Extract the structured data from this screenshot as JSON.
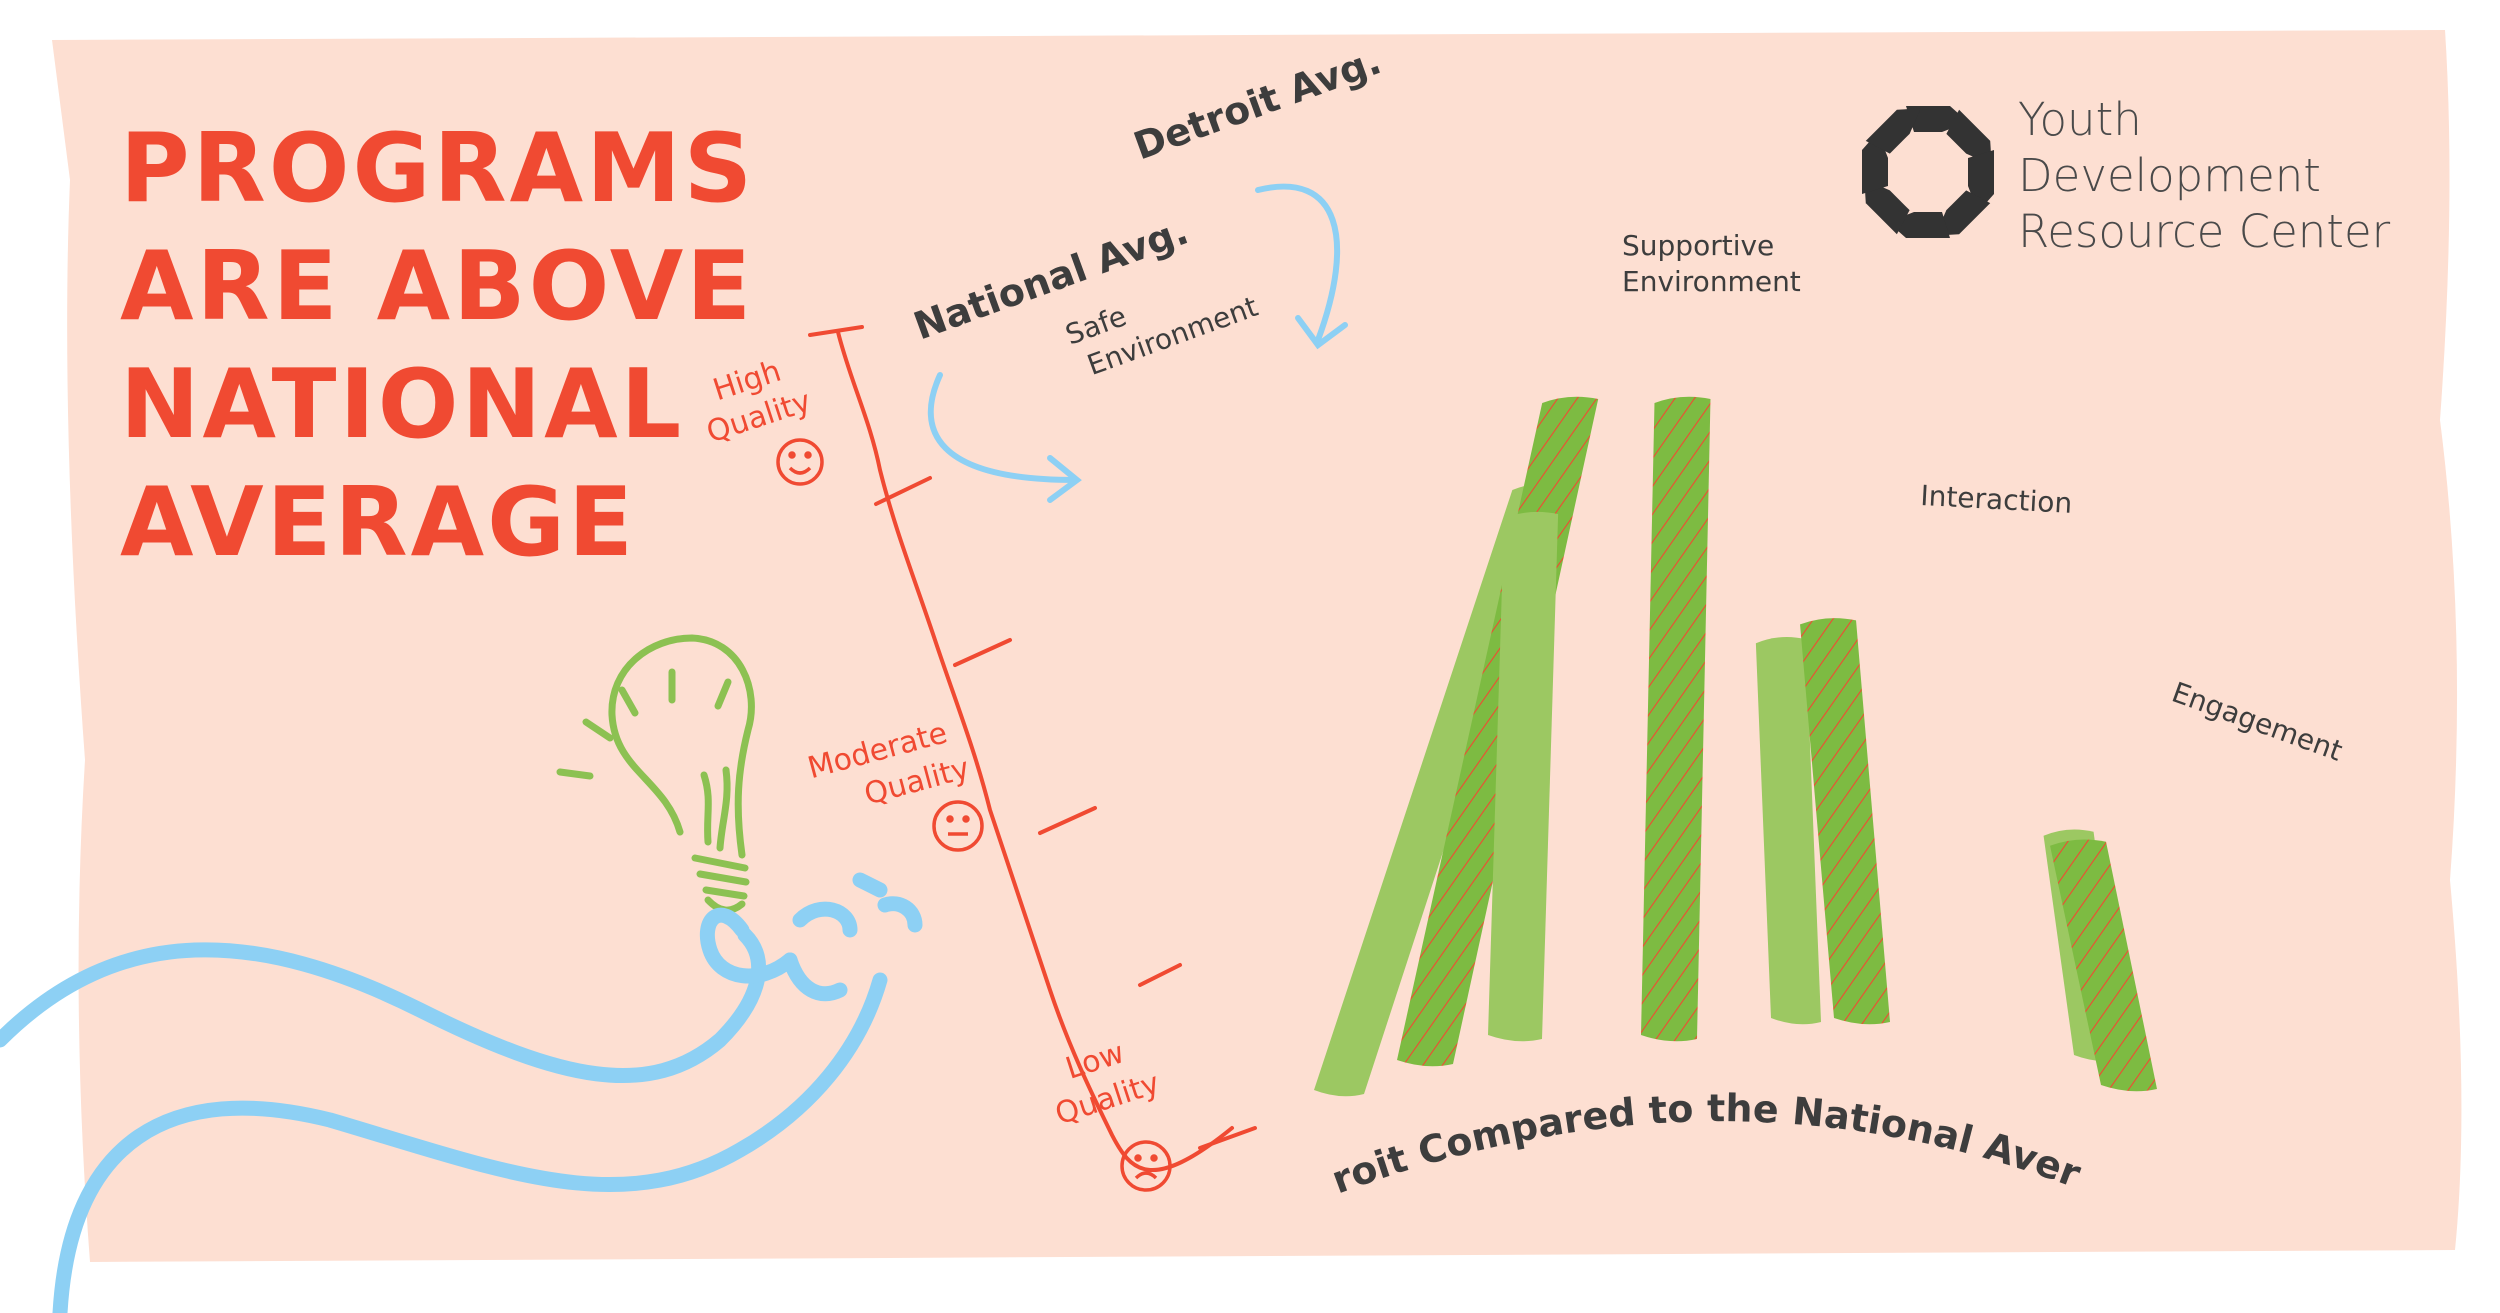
{
  "headline": {
    "lines": [
      "PROGRAMS",
      "ARE ABOVE",
      "NATIONAL",
      "AVERAGE"
    ],
    "color": "#f04a32"
  },
  "logo": {
    "lines": [
      "Youth",
      "Development",
      "Resource Center"
    ],
    "icon": "hexagon-ring-icon"
  },
  "colors": {
    "background": "#fddfd2",
    "national_bar": "#9cc862",
    "detroit_bar": "#7dbb42",
    "hatch": "#f04a32",
    "scale": "#f04a32",
    "arrow": "#8dd0f4"
  },
  "annotations": {
    "national": "National Avg.",
    "detroit": "Detroit Avg."
  },
  "scale": {
    "high": [
      "High",
      "Quality"
    ],
    "moderate": [
      "Moderate",
      "Quality"
    ],
    "low": [
      "Low",
      "Quality"
    ]
  },
  "chart_data": {
    "type": "bar",
    "title": "Detroit Compared to the National Average",
    "categories": [
      "Safe Environment",
      "Supportive Environment",
      "Interaction",
      "Engagement"
    ],
    "category_lines": [
      [
        "Safe",
        "Environment"
      ],
      [
        "Supportive",
        "Environment"
      ],
      [
        "Interaction"
      ],
      [
        "Engagement"
      ]
    ],
    "series": [
      {
        "name": "National Avg.",
        "values": [
          4.2,
          3.95,
          3.3,
          2.3
        ]
      },
      {
        "name": "Detroit Avg.",
        "values": [
          4.6,
          4.6,
          3.45,
          2.3
        ]
      }
    ],
    "ylim": [
      1,
      5
    ],
    "y_axis_labels": {
      "5": "High Quality",
      "3": "Moderate Quality",
      "1": "Low Quality"
    },
    "legend": "annotations-left"
  }
}
